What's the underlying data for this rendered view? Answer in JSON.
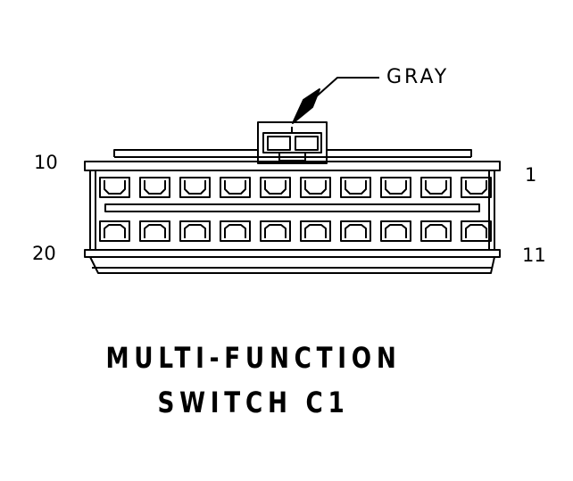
{
  "connector": {
    "wire_color_label": "GRAY",
    "pin_labels": {
      "top_left": "10",
      "top_right": "1",
      "bottom_left": "20",
      "bottom_right": "11"
    },
    "title_line1": "MULTI-FUNCTION",
    "title_line2": "SWITCH C1",
    "top_row_cavities": 10,
    "bottom_row_cavities": 10
  }
}
